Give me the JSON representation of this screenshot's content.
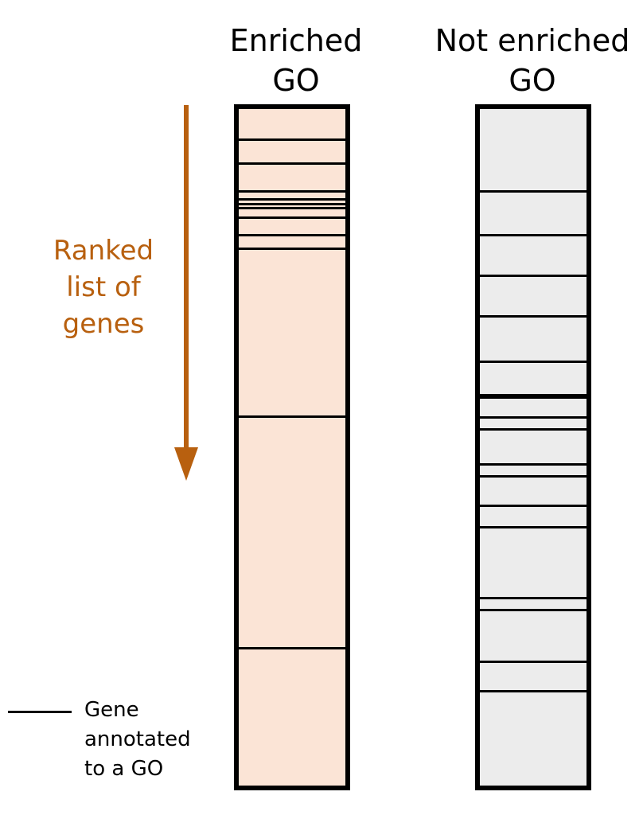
{
  "columns": {
    "enriched": {
      "title_line1": "Enriched",
      "title_line2": "GO",
      "fill": "#fbe4d6",
      "gene_positions": [
        0.045,
        0.081,
        0.122,
        0.134,
        0.14,
        0.146,
        0.16,
        0.187,
        0.207,
        0.455,
        0.797
      ]
    },
    "not_enriched": {
      "title_line1": "Not enriched",
      "title_line2": "GO",
      "fill": "#ececec",
      "gene_positions": [
        0.122,
        0.186,
        0.247,
        0.306,
        0.374,
        0.423,
        0.426,
        0.456,
        0.474,
        0.525,
        0.543,
        0.587,
        0.618,
        0.723,
        0.741,
        0.817,
        0.86
      ]
    }
  },
  "ranked_label": {
    "line1": "Ranked",
    "line2": "list of",
    "line3": "genes",
    "color": "#b8600f"
  },
  "legend": {
    "line1": "Gene",
    "line2": "annotated",
    "line3": "to a GO"
  }
}
